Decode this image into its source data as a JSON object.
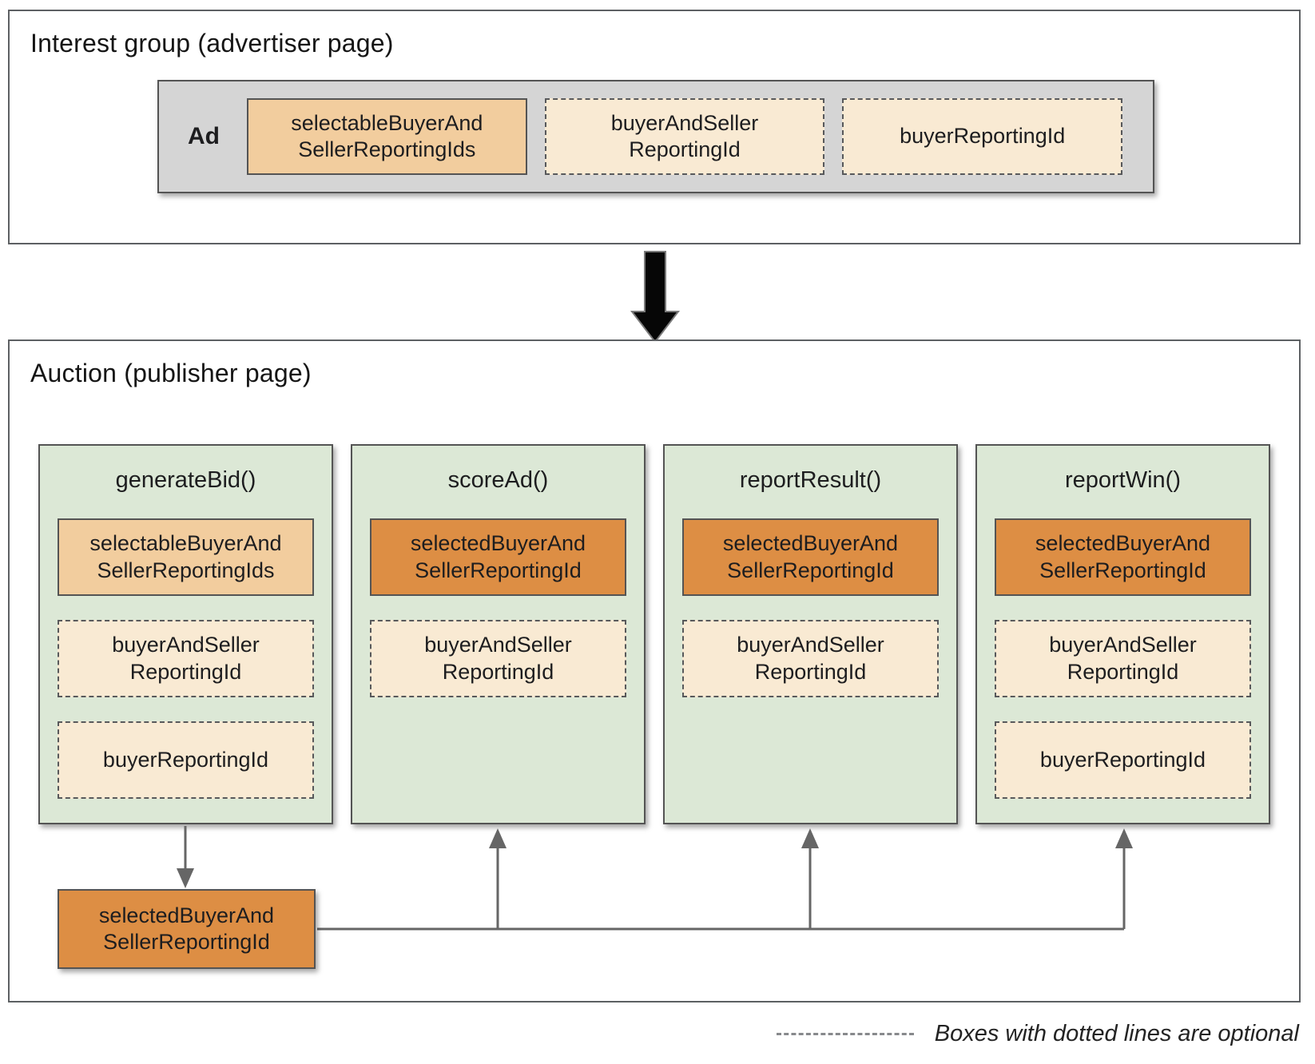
{
  "colors": {
    "required": "#f2cd9e",
    "selected": "#dd8e44",
    "optional": "#f9ead3",
    "function_bg": "#dce8d6",
    "ad_bg": "#d5d5d5",
    "frame_border": "#5d6063",
    "box_border": "#545454",
    "connector": "#666666",
    "text": "#1d1d1f"
  },
  "interest_group": {
    "title": "Interest group (advertiser page)",
    "ad_label": "Ad",
    "boxes": [
      {
        "label": "selectableBuyerAnd\nSellerReportingIds",
        "style": "required"
      },
      {
        "label": "buyerAndSeller\nReportingId",
        "style": "optional"
      },
      {
        "label": "buyerReportingId",
        "style": "optional"
      }
    ]
  },
  "auction": {
    "title": "Auction (publisher page)",
    "columns": [
      {
        "title": "generateBid()",
        "boxes": [
          {
            "label": "selectableBuyerAnd\nSellerReportingIds",
            "style": "required"
          },
          {
            "label": "buyerAndSeller\nReportingId",
            "style": "optional"
          },
          {
            "label": "buyerReportingId",
            "style": "optional"
          }
        ]
      },
      {
        "title": "scoreAd()",
        "boxes": [
          {
            "label": "selectedBuyerAnd\nSellerReportingId",
            "style": "selected"
          },
          {
            "label": "buyerAndSeller\nReportingId",
            "style": "optional"
          }
        ]
      },
      {
        "title": "reportResult()",
        "boxes": [
          {
            "label": "selectedBuyerAnd\nSellerReportingId",
            "style": "selected"
          },
          {
            "label": "buyerAndSeller\nReportingId",
            "style": "optional"
          }
        ]
      },
      {
        "title": "reportWin()",
        "boxes": [
          {
            "label": "selectedBuyerAnd\nSellerReportingId",
            "style": "selected"
          },
          {
            "label": "buyerAndSeller\nReportingId",
            "style": "optional"
          },
          {
            "label": "buyerReportingId",
            "style": "optional"
          }
        ]
      }
    ],
    "output_box": {
      "label": "selectedBuyerAnd\nSellerReportingId",
      "style": "selected"
    }
  },
  "legend": {
    "text": "Boxes with dotted lines are optional"
  }
}
